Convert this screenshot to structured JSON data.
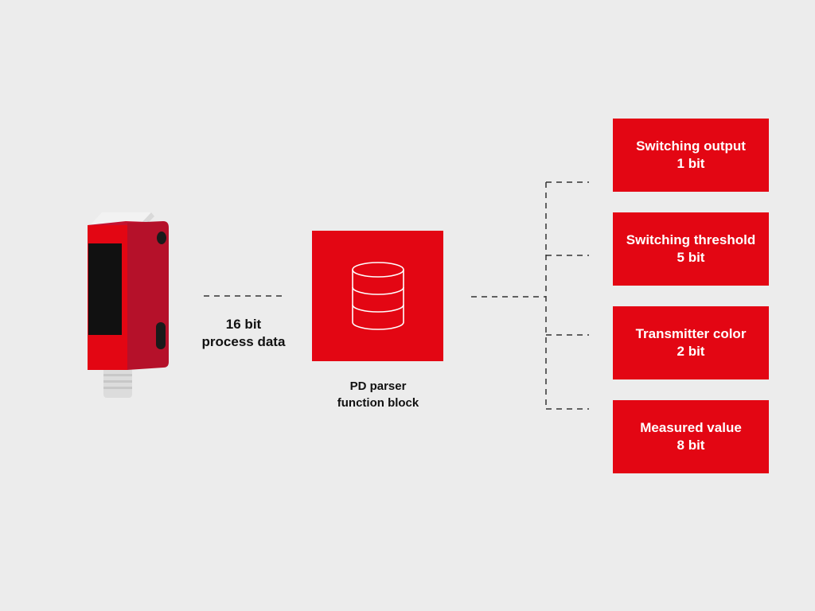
{
  "diagram": {
    "colors": {
      "accent_red": "#e30613",
      "sensor_red": "#b5112a",
      "background": "#ececec",
      "text": "#111111",
      "line": "#333333"
    },
    "input_label": {
      "line1": "16 bit",
      "line2": "process data"
    },
    "parser": {
      "icon": "database-icon",
      "label_line1": "PD parser",
      "label_line2": "function block"
    },
    "outputs": [
      {
        "name": "Switching output",
        "bits": "1 bit"
      },
      {
        "name": "Switching threshold",
        "bits": "5 bit"
      },
      {
        "name": "Transmitter color",
        "bits": "2 bit"
      },
      {
        "name": "Measured value",
        "bits": "8 bit"
      }
    ]
  }
}
